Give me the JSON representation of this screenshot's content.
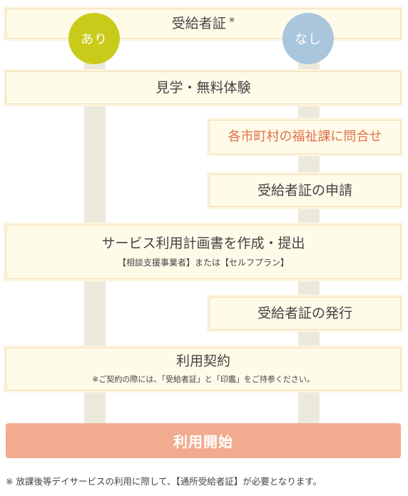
{
  "branches": {
    "yes_label": "あり",
    "no_label": "なし"
  },
  "steps": {
    "certificate": {
      "label": "受給者証",
      "note_mark": "※"
    },
    "visit": "見学・無料体験",
    "inquire": "各市町村の福祉課に問合せ",
    "apply": "受給者証の申請",
    "plan": {
      "label": "サービス利用計画書を作成・提出",
      "sub": "【相談支援事業者】または【セルフプラン】"
    },
    "issue": "受給者証の発行",
    "contract": {
      "label": "利用契約",
      "sub": "※ご契約の際には、「受給者証」と「印鑑」をご持参ください。"
    },
    "start": "利用開始"
  },
  "footnote": "※ 放課後等デイサービスの利用に際して、【通所受給者証】が必要となります。",
  "colors": {
    "yes": "#c9cb1a",
    "no": "#a9c6dd",
    "track": "#ece9dc",
    "box_bg": "#fffbe9",
    "box_border": "#f2dcb4",
    "inquire_text": "#e0714b",
    "start_bg": "#f1ab8e"
  }
}
